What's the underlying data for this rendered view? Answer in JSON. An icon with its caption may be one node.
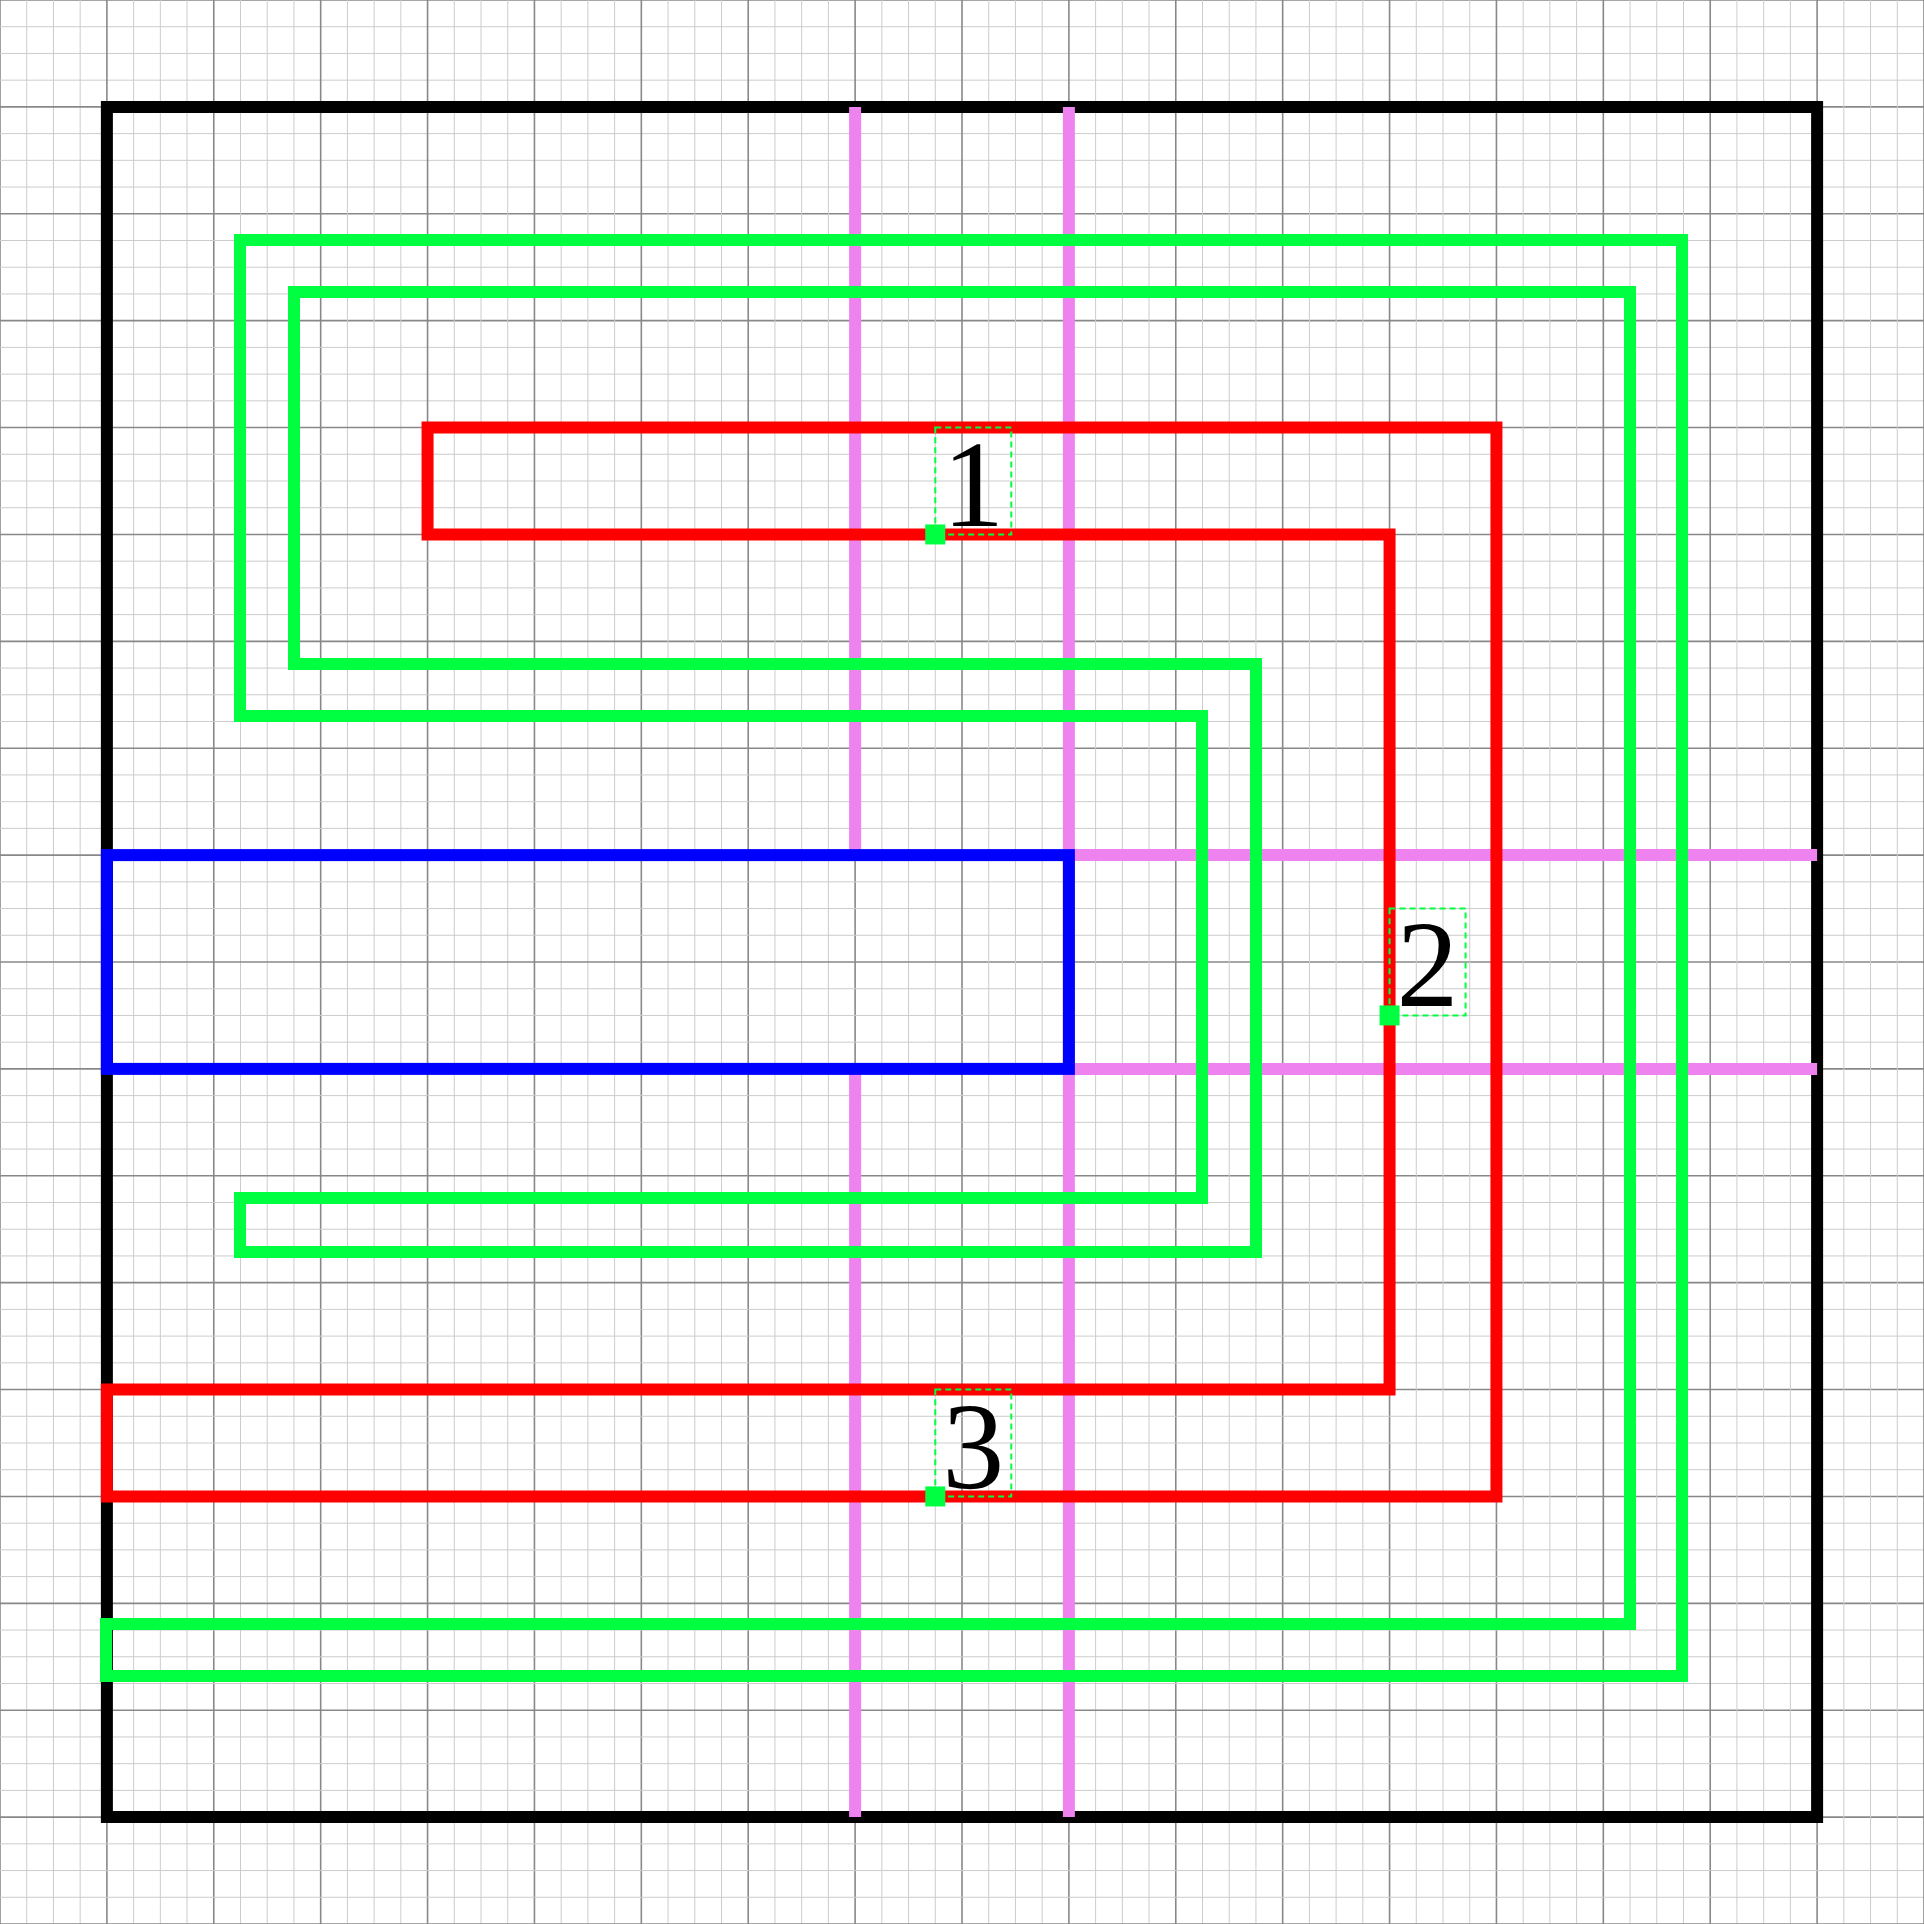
{
  "diagram": {
    "nodes": [
      {
        "text": [],
        "shape": "box"
      }
    ],
    "labels": [
      "1",
      "2",
      "3"
    ]
  }
}
